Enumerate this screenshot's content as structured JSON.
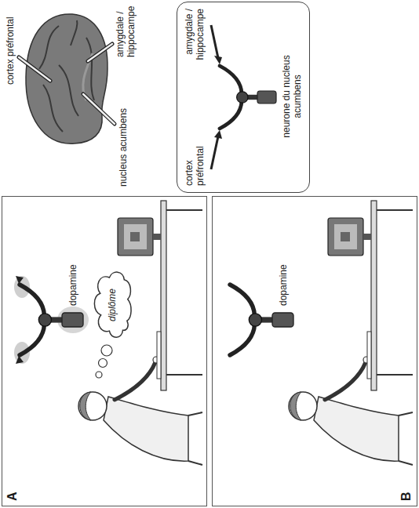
{
  "diagram": {
    "nodes": [
      {
        "text": [
          "cortex préfrontal",
          "neurone du nucleus acumbens",
          "amygdale / hippocampe"
        ]
      },
      {
        "text": [
          "A"
        ]
      },
      {
        "text": [
          "diplôme"
        ],
        "in": 1
      },
      {
        "text": [
          "B"
        ]
      }
    ],
    "labels": [
      "cortex préfrontal",
      "nucleus acumbens",
      "amygdale / hippocampe",
      "dopamine",
      "dopamine"
    ]
  }
}
